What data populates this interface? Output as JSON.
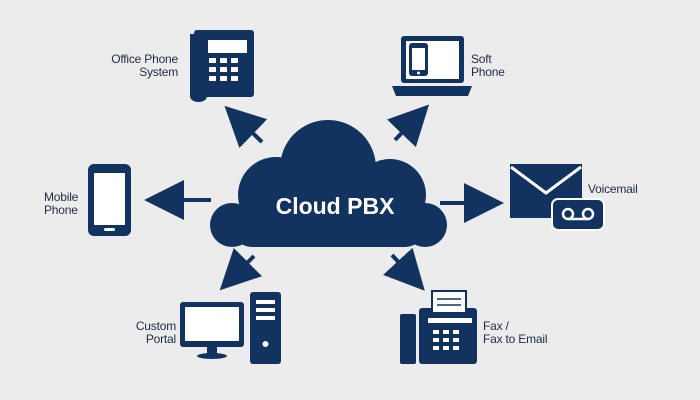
{
  "center": {
    "title": "Cloud PBX"
  },
  "nodes": {
    "office_phone": {
      "line1": "Office Phone",
      "line2": "System"
    },
    "soft_phone": {
      "line1": "Soft",
      "line2": "Phone"
    },
    "mobile_phone": {
      "line1": "Mobile",
      "line2": "Phone"
    },
    "voicemail": {
      "line1": "Voicemail"
    },
    "custom_portal": {
      "line1": "Custom",
      "line2": "Portal"
    },
    "fax": {
      "line1": "Fax /",
      "line2": "Fax to Email"
    }
  },
  "colors": {
    "primary": "#12335f",
    "background": "#ececec",
    "cloud_text": "#ffffff"
  },
  "icons": [
    "desk-phone-icon",
    "laptop-icon",
    "mobile-phone-icon",
    "voicemail-icon",
    "computer-icon",
    "fax-machine-icon",
    "cloud-icon",
    "arrow-icon"
  ]
}
